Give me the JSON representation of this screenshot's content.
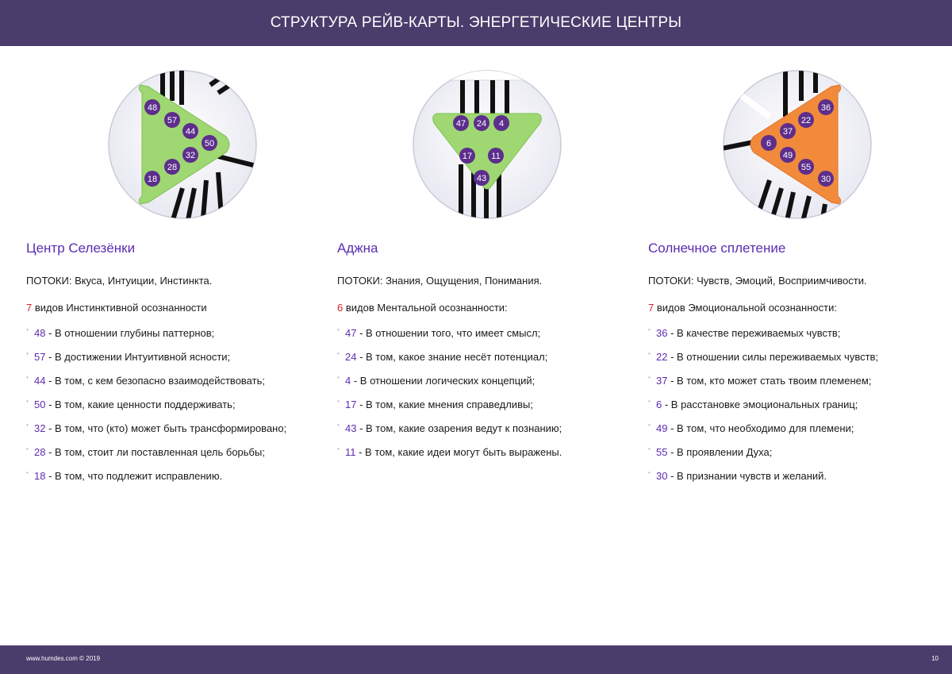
{
  "header": {
    "title": "СТРУКТУРА РЕЙВ-КАРТЫ. ЭНЕРГЕТИЧЕСКИЕ ЦЕНТРЫ"
  },
  "colors": {
    "header_bg": "#4a3c6b",
    "title_purple": "#5b2cb0",
    "count_red": "#d4232a",
    "spleen_green": "#9fd873",
    "ajna_green": "#9fd873",
    "solar_orange": "#f28a3c",
    "gate_badge": "#5d2e8c"
  },
  "centers": [
    {
      "title": "Центр Селезёнки",
      "flows": "ПОТОКИ: Вкуса, Интуиции, Инстинкта.",
      "count": "7",
      "kinds_text": " видов Инстинктивной осознанности",
      "emblem_gates": [
        "48",
        "57",
        "44",
        "50",
        "32",
        "28",
        "18"
      ],
      "items": [
        {
          "num": "48",
          "text": " - В отношении глубины паттернов;"
        },
        {
          "num": "57",
          "text": " - В достижении Интуитивной ясности;"
        },
        {
          "num": "44",
          "text": " - В том, с кем безопасно взаимодействовать;"
        },
        {
          "num": "50",
          "text": " - В том, какие ценности поддерживать;"
        },
        {
          "num": "32",
          "text": " - В том, что (кто) может быть трансформировано;"
        },
        {
          "num": "28",
          "text": " - В том, стоит ли поставленная цель борьбы;"
        },
        {
          "num": "18",
          "text": " - В том, что подлежит исправлению."
        }
      ]
    },
    {
      "title": "Аджна",
      "flows": "ПОТОКИ: Знания, Ощущения, Понимания.",
      "count": "6",
      "kinds_text": " видов Ментальной осознанности:",
      "emblem_gates": [
        "47",
        "24",
        "4",
        "17",
        "11",
        "43"
      ],
      "items": [
        {
          "num": "47",
          "text": " - В отношении того, что имеет смысл;"
        },
        {
          "num": "24",
          "text": " - В том, какое знание несёт потенциал;"
        },
        {
          "num": "4",
          "text": " - В отношении логических концепций;"
        },
        {
          "num": "17",
          "text": " - В том, какие мнения справедливы;"
        },
        {
          "num": "43",
          "text": " - В том, какие озарения ведут к познанию;"
        },
        {
          "num": "11",
          "text": " - В том, какие идеи могут быть выражены."
        }
      ]
    },
    {
      "title": "Солнечное сплетение",
      "flows": "ПОТОКИ: Чувств, Эмоций, Восприимчивости.",
      "count": "7",
      "kinds_text": " видов Эмоциональной осознанности:",
      "emblem_gates": [
        "36",
        "22",
        "37",
        "6",
        "49",
        "55",
        "30"
      ],
      "items": [
        {
          "num": "36",
          "text": " - В качестве переживаемых чувств;"
        },
        {
          "num": "22",
          "text": " - В отношении силы переживаемых чувств;"
        },
        {
          "num": "37",
          "text": " - В том, кто может стать твоим племенем;"
        },
        {
          "num": "6",
          "text": " - В расстановке эмоциональных границ;"
        },
        {
          "num": "49",
          "text": " - В том, что необходимо для племени;"
        },
        {
          "num": "55",
          "text": " - В проявлении Духа;"
        },
        {
          "num": "30",
          "text": " - В признании чувств и желаний."
        }
      ]
    }
  ],
  "footer": {
    "site": "www.humdes.com © 2019",
    "page": "10"
  }
}
